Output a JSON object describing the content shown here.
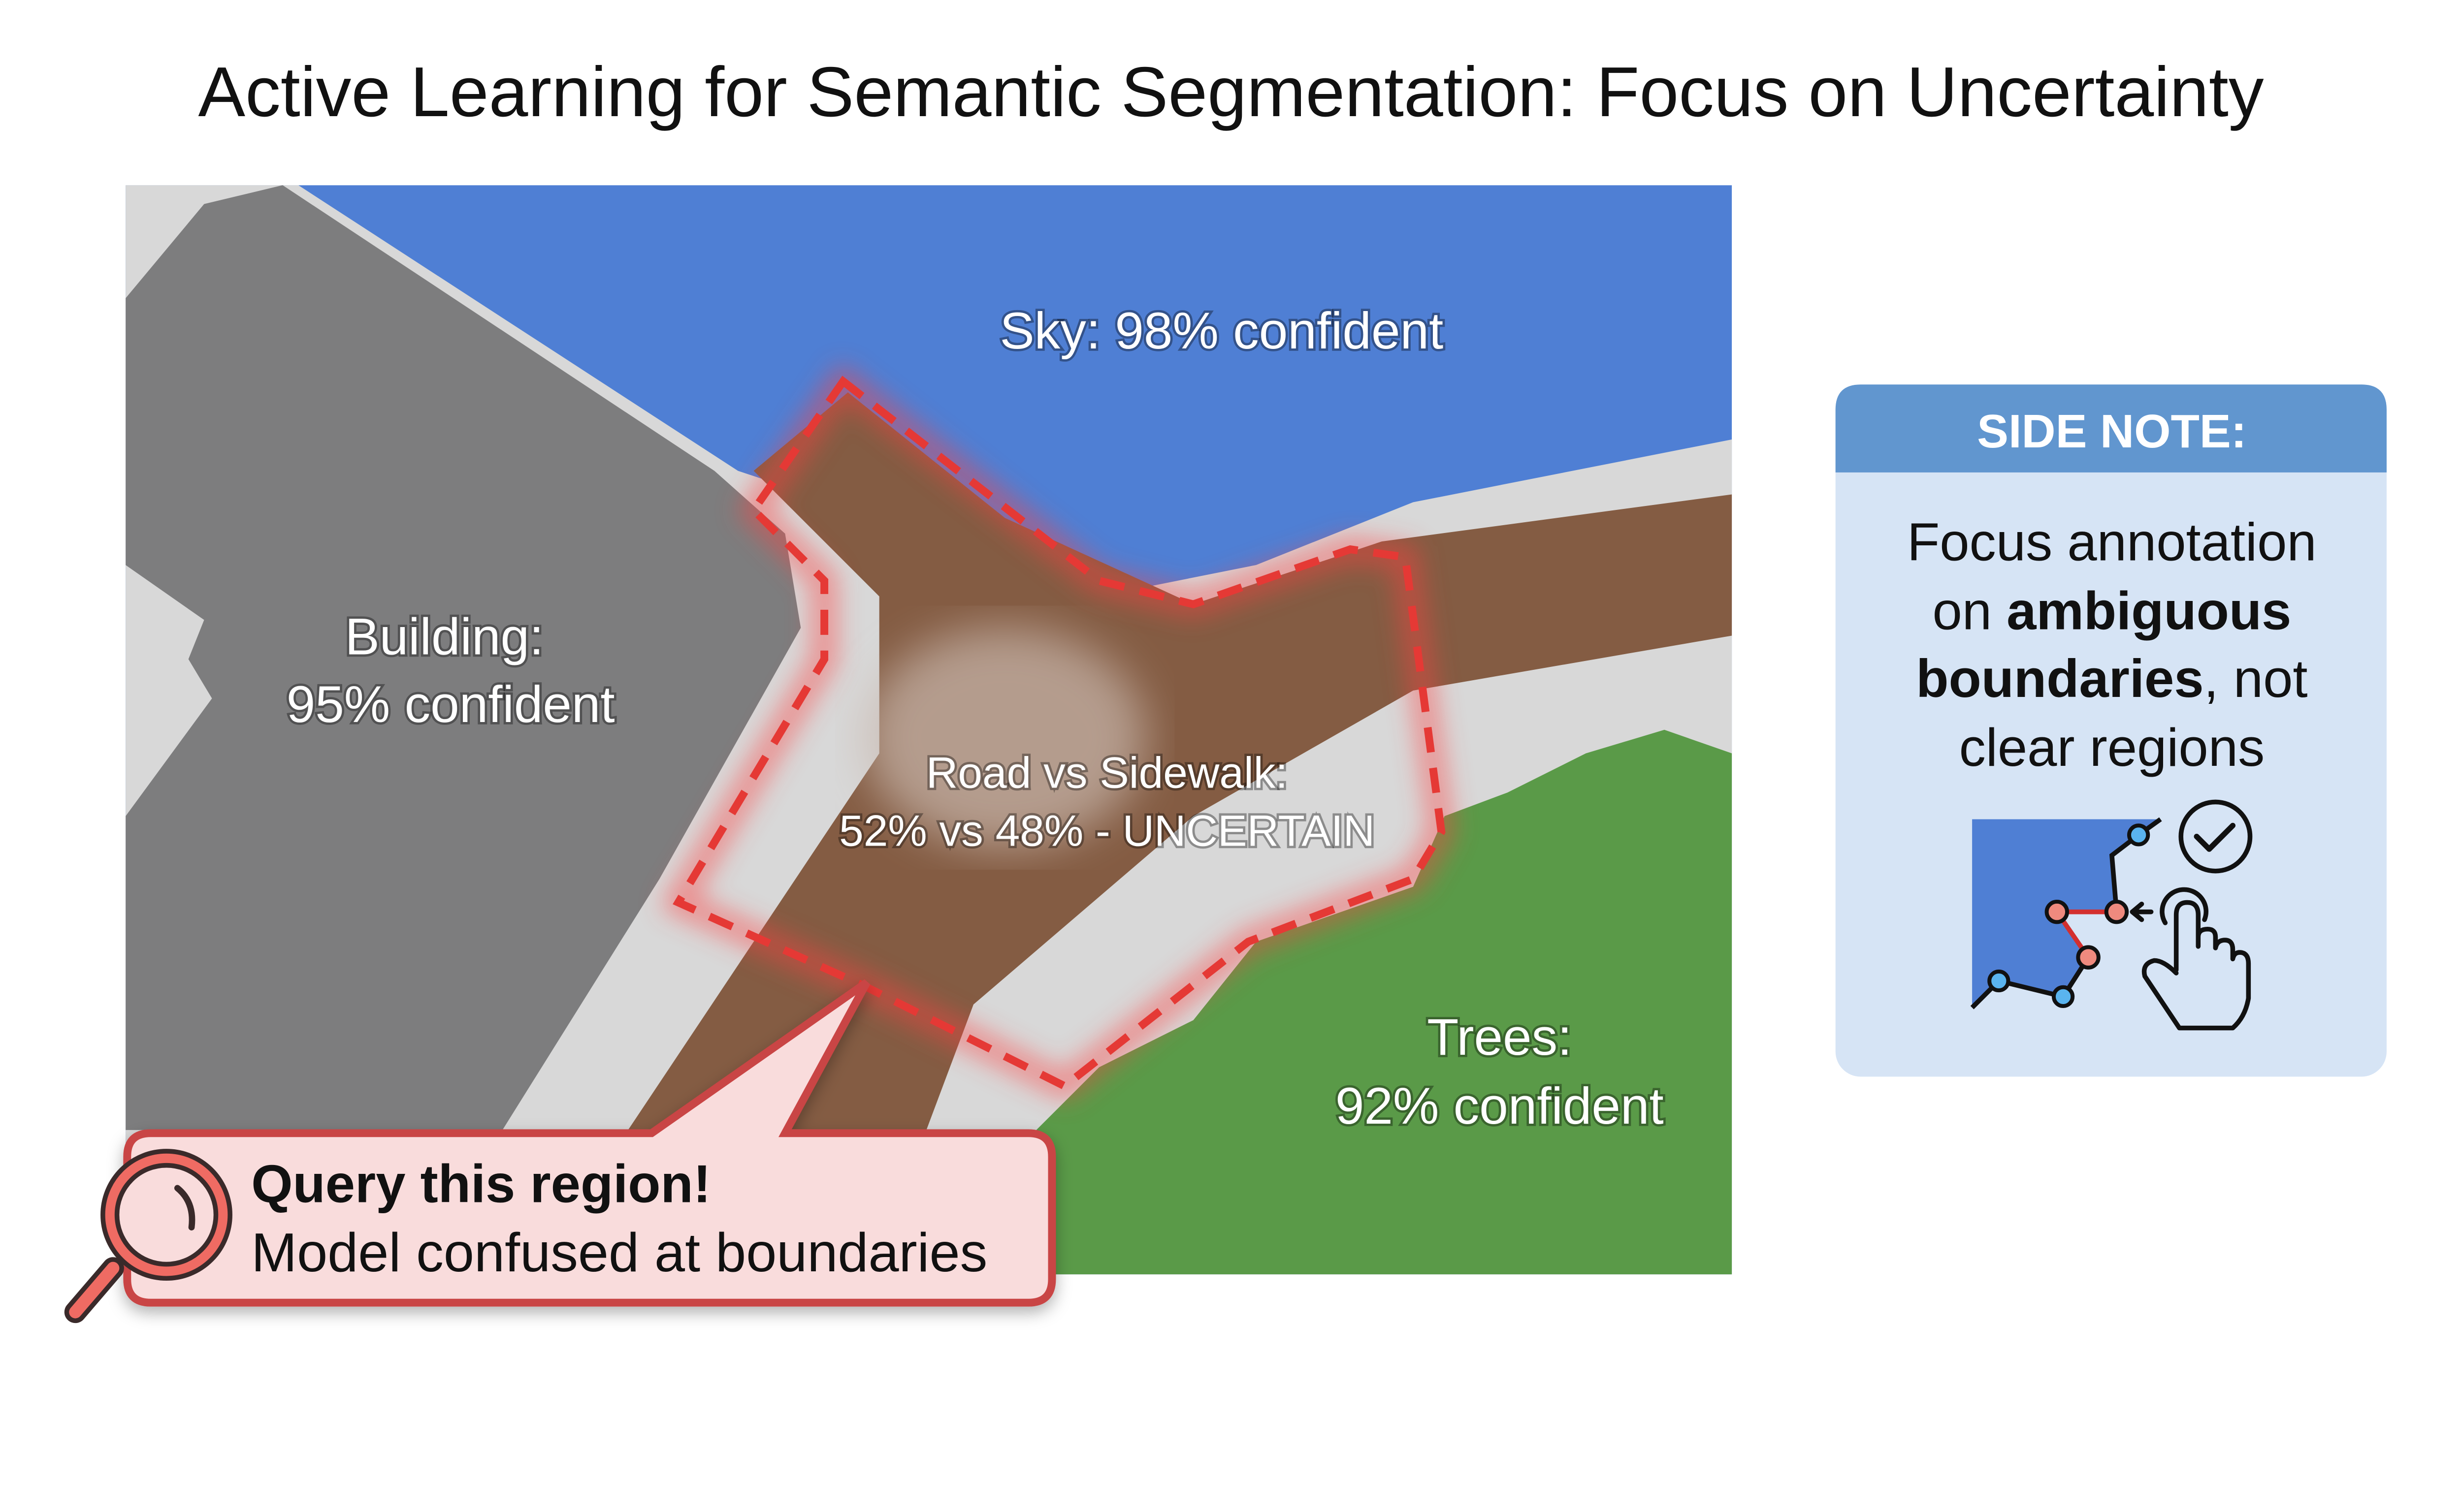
{
  "title": "Active Learning for Semantic Segmentation: Focus on Uncertainty",
  "map": {
    "sky_label": "Sky: 98% confident",
    "building_label_1": "Building:",
    "building_label_2": "95% confident",
    "uncertain_label_1": "Road vs Sidewalk:",
    "uncertain_label_2": "52% vs 48% - UNCERTAIN",
    "trees_label_1": "Trees:",
    "trees_label_2": "92% confident"
  },
  "callout": {
    "title": "Query this region!",
    "subtitle": "Model confused at boundaries",
    "icon": "magnifier-icon"
  },
  "side_note": {
    "header": "SIDE NOTE:",
    "line1": "Focus annotation",
    "line2_pre": "on ",
    "line2_bold": "ambiguous",
    "line3_bold": "boundaries",
    "line3_post": ", not",
    "line4": "clear regions",
    "icons": [
      "boundary-points-icon",
      "check-circle-icon",
      "pointing-hand-icon"
    ]
  },
  "colors": {
    "sky": "#4f7fd4",
    "building": "#7d7d7e",
    "sidewalk": "#d8d8d8",
    "road": "#845c43",
    "trees": "#5a9a48",
    "uncertain": "#e53935",
    "note_header": "#6196cf",
    "note_body": "#d6e4f5"
  }
}
